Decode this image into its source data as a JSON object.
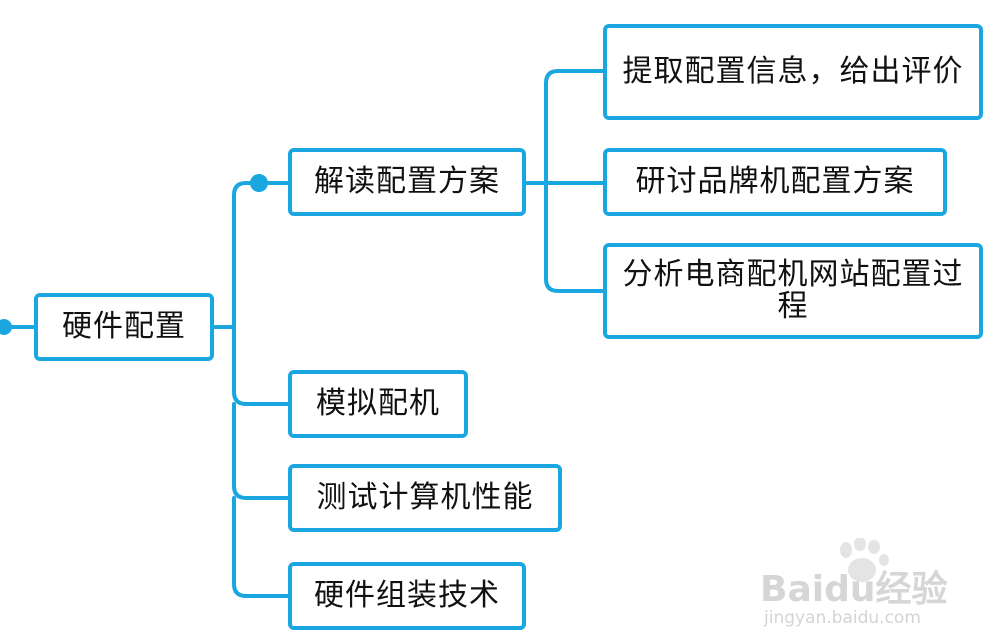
{
  "colors": {
    "line": "#1aa7e0",
    "text": "#111111",
    "background": "#ffffff"
  },
  "mindmap": {
    "root": {
      "label": "硬件配置"
    },
    "branches": [
      {
        "label": "解读配置方案",
        "children": [
          {
            "label": "提取配置信息，给出评价"
          },
          {
            "label": "研讨品牌机配置方案"
          },
          {
            "label": "分析电商配机网站配置过程"
          }
        ]
      },
      {
        "label": "模拟配机"
      },
      {
        "label": "测试计算机性能"
      },
      {
        "label": "硬件组装技术"
      }
    ]
  },
  "watermark": {
    "logo_text": "Baidu经验",
    "url": "jingyan.baidu.com"
  }
}
